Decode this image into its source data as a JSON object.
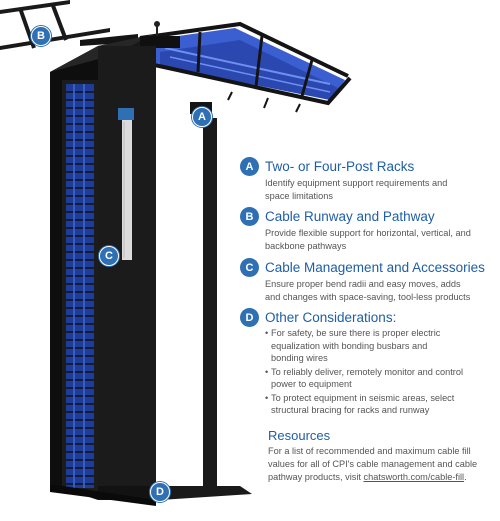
{
  "colors": {
    "accent": "#2f6fb3",
    "heading": "#1f5ea8",
    "body_text": "#555555",
    "rack": "#141414",
    "cable": "#3b5fd0"
  },
  "markers": {
    "a": "A",
    "b": "B",
    "c": "C",
    "d": "D"
  },
  "sections": [
    {
      "badge": "A",
      "title": "Two- or Four-Post Racks",
      "lines": [
        "Identify equipment support requirements and",
        "space limitations"
      ]
    },
    {
      "badge": "B",
      "title": "Cable Runway and Pathway",
      "lines": [
        "Provide flexible support for horizontal, vertical, and",
        "backbone pathways"
      ]
    },
    {
      "badge": "C",
      "title": "Cable Management and Accessories",
      "lines": [
        "Ensure proper bend radii and easy moves, adds",
        "and changes with space-saving, tool-less products"
      ]
    },
    {
      "badge": "D",
      "title": "Other Considerations:",
      "bullets": [
        [
          "For safety, be sure there is proper electric",
          "equalization with bonding busbars and",
          "bonding wires"
        ],
        [
          "To reliably deliver, remotely monitor and control",
          "power to equipment"
        ],
        [
          "To protect equipment in seismic areas, select",
          "structural bracing for racks and runway"
        ]
      ]
    }
  ],
  "resources": {
    "title": "Resources",
    "line1": "For a list of recommended and maximum cable fill",
    "line2": "values for all of CPI's cable management and cable",
    "line3": "pathway products, visit ",
    "link": "chatsworth.com/cable-fill",
    "link_suffix": "."
  }
}
